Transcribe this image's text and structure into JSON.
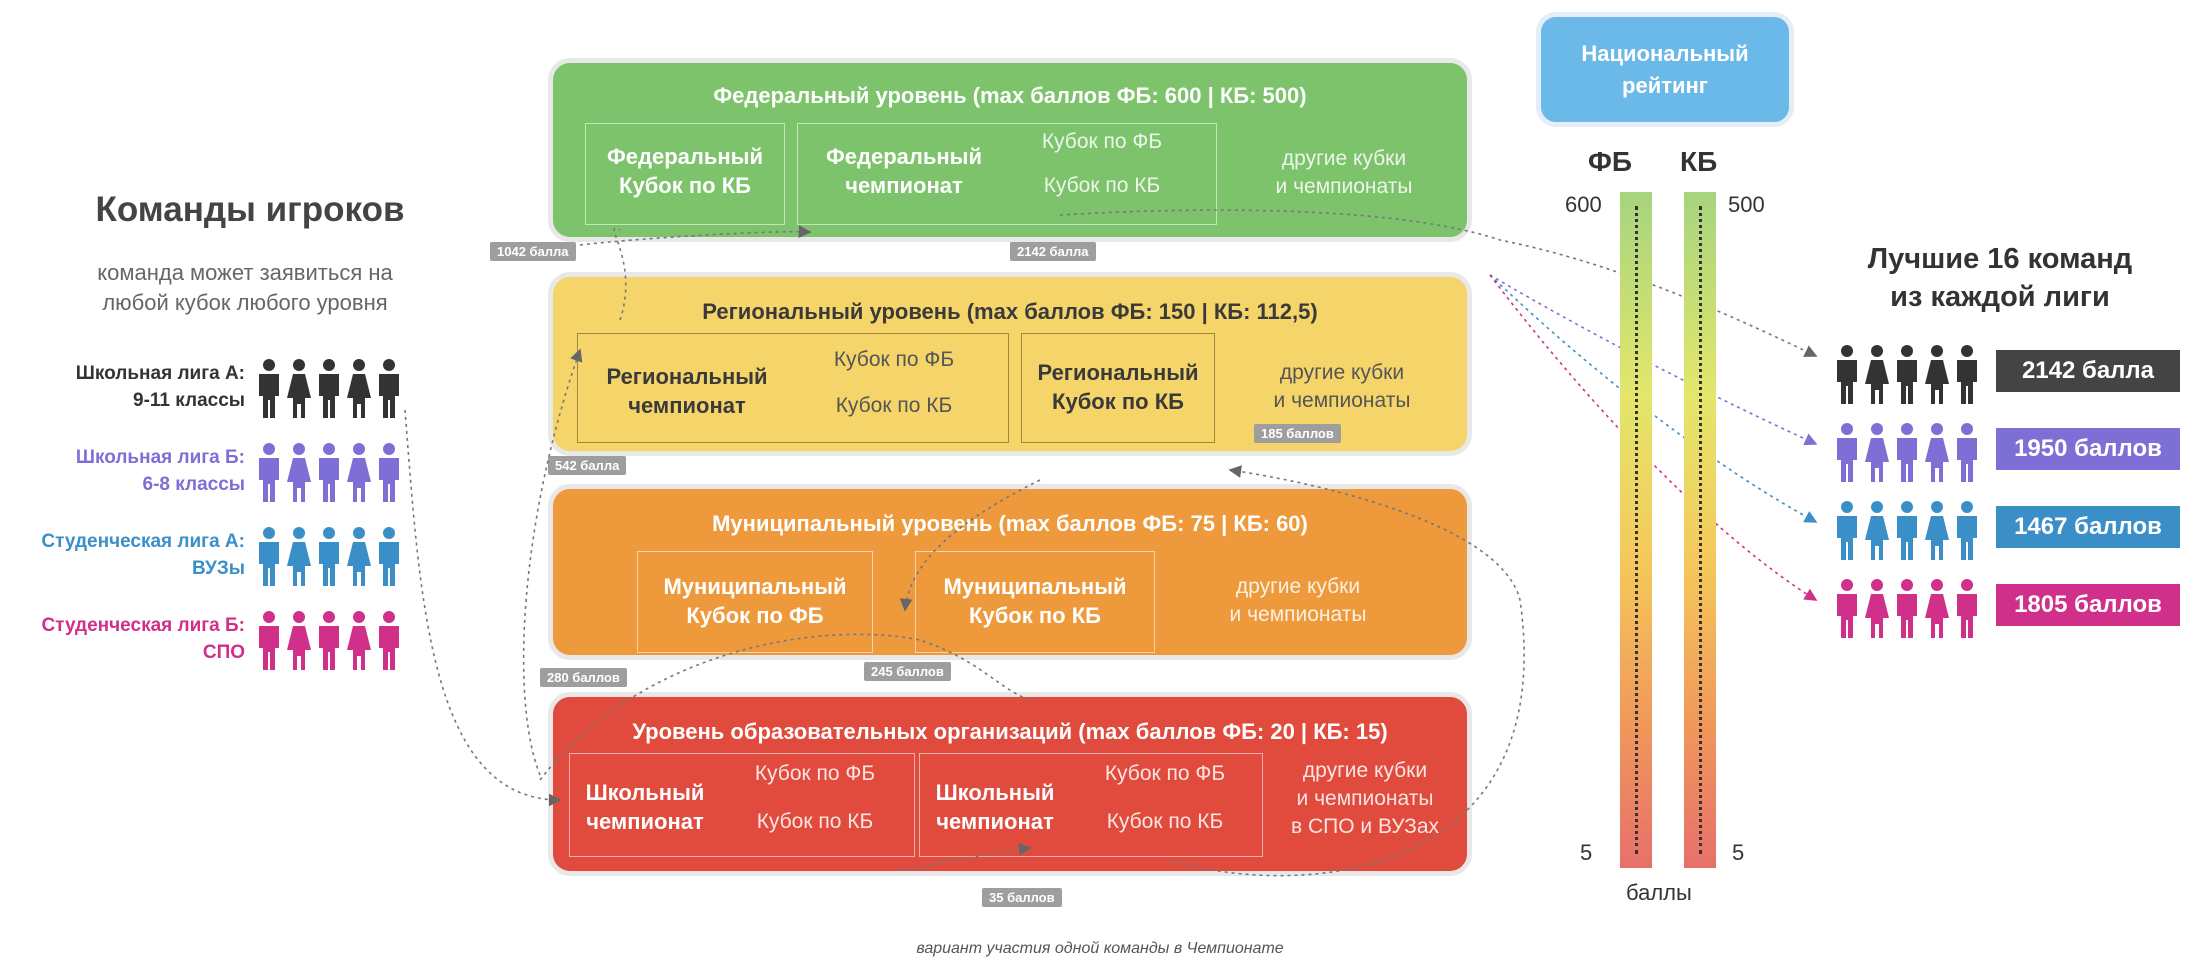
{
  "left": {
    "title": "Команды игроков",
    "subtitle_line1": "команда может заявиться на",
    "subtitle_line2": "любой кубок любого уровня",
    "leagues": [
      {
        "line1": "Школьная лига А:",
        "line2": "9-11 классы",
        "color": "#333333"
      },
      {
        "line1": "Школьная лига Б:",
        "line2": "6-8 классы",
        "color": "#7d6fd6"
      },
      {
        "line1": "Студенческая лига А:",
        "line2": "ВУЗы",
        "color": "#3b8fc9"
      },
      {
        "line1": "Студенческая лига Б:",
        "line2": "СПО",
        "color": "#d02f8a"
      }
    ]
  },
  "levels": {
    "federal": {
      "title": "Федеральный уровень (max баллов ФБ: 600 | КБ: 500)",
      "color": "#7dc36b",
      "box1_line1": "Федеральный",
      "box1_line2": "Кубок по КБ",
      "box2_line1": "Федеральный",
      "box2_line2": "чемпионат",
      "cup_fb": "Кубок по ФБ",
      "cup_kb": "Кубок по КБ",
      "other_line1": "другие кубки",
      "other_line2": "и чемпионаты"
    },
    "regional": {
      "title": "Региональный уровень (max баллов ФБ: 150 | КБ: 112,5)",
      "color": "#f5d56a",
      "box1_line1": "Региональный",
      "box1_line2": "чемпионат",
      "cup_fb": "Кубок по ФБ",
      "cup_kb": "Кубок по КБ",
      "box2_line1": "Региональный",
      "box2_line2": "Кубок по КБ",
      "other_line1": "другие кубки",
      "other_line2": "и чемпионаты"
    },
    "municipal": {
      "title": "Муниципальный уровень (max баллов ФБ: 75 | КБ: 60)",
      "color": "#ee9a3c",
      "box1_line1": "Муниципальный",
      "box1_line2": "Кубок по ФБ",
      "box2_line1": "Муниципальный",
      "box2_line2": "Кубок по КБ",
      "other_line1": "другие кубки",
      "other_line2": "и чемпионаты"
    },
    "school": {
      "title": "Уровень образовательных организаций (max баллов ФБ: 20 | КБ: 15)",
      "color": "#e04b3d",
      "box1_line1": "Школьный",
      "box1_line2": "чемпионат",
      "cup1_fb": "Кубок по ФБ",
      "cup1_kb": "Кубок по КБ",
      "box2_line1": "Школьный",
      "box2_line2": "чемпионат",
      "cup2_fb": "Кубок по ФБ",
      "cup2_kb": "Кубок по КБ",
      "other_line1": "другие кубки",
      "other_line2": "и чемпионаты",
      "other_line3": "в СПО и ВУЗах"
    }
  },
  "point_tags": {
    "fed_left": "1042 балла",
    "fed_right": "2142 балла",
    "reg_left": "542 балла",
    "reg_right": "185 баллов",
    "mun_left": "280 баллов",
    "mun_right": "245 баллов",
    "school": "35 баллов"
  },
  "national": {
    "line1": "Национальный",
    "line2": "рейтинг",
    "fb_label": "ФБ",
    "kb_label": "КБ",
    "fb_max": "600",
    "kb_max": "500",
    "fb_min": "5",
    "kb_min": "5",
    "units": "баллы"
  },
  "right": {
    "title_line1": "Лучшие 16 команд",
    "title_line2": "из каждой лиги",
    "scores": [
      {
        "value": "2142 балла",
        "color": "#444444"
      },
      {
        "value": "1950 баллов",
        "color": "#7d6fd6"
      },
      {
        "value": "1467 баллов",
        "color": "#3b8fc9"
      },
      {
        "value": "1805 баллов",
        "color": "#d02f8a"
      }
    ]
  },
  "caption": "вариант участия одной команды в Чемпионате"
}
